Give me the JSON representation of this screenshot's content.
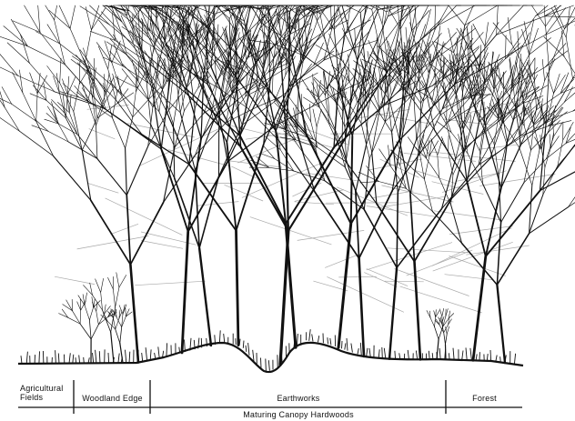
{
  "zones": {
    "agricultural_line1": "Agricultural",
    "agricultural_line2": "Fields",
    "woodland_edge": "Woodland Edge",
    "earthworks": "Earthworks",
    "forest": "Forest"
  },
  "canopy_label": "Maturing Canopy Hardwoods",
  "colors": {
    "ink": "#111111",
    "faint": "#9a9a9a"
  }
}
